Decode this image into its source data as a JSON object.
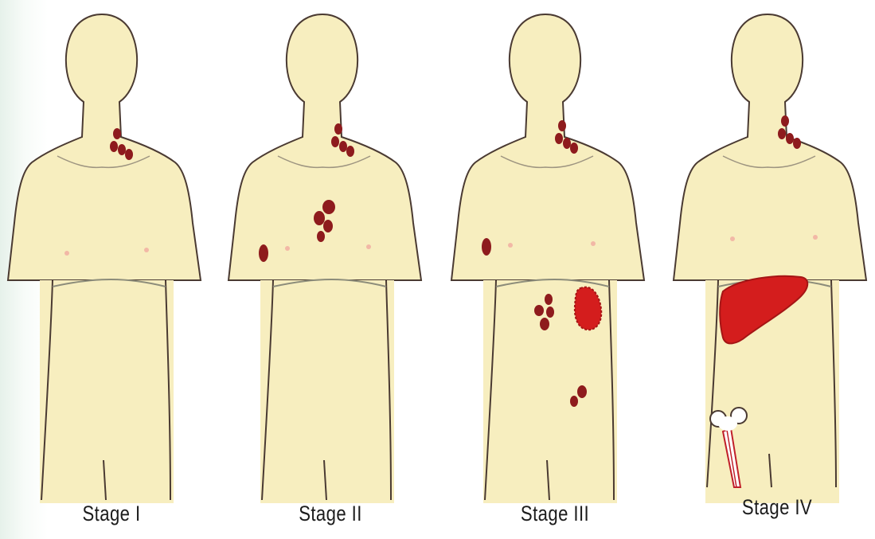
{
  "stages": [
    {
      "label": "Stage I"
    },
    {
      "label": "Stage II"
    },
    {
      "label": "Stage III"
    },
    {
      "label": "Stage IV"
    }
  ],
  "colors": {
    "skin": "#f7eebf",
    "outline": "#4a3a32",
    "node": "#8e1b1d",
    "organ": "#d41d1d",
    "bone": "#ffffff"
  }
}
